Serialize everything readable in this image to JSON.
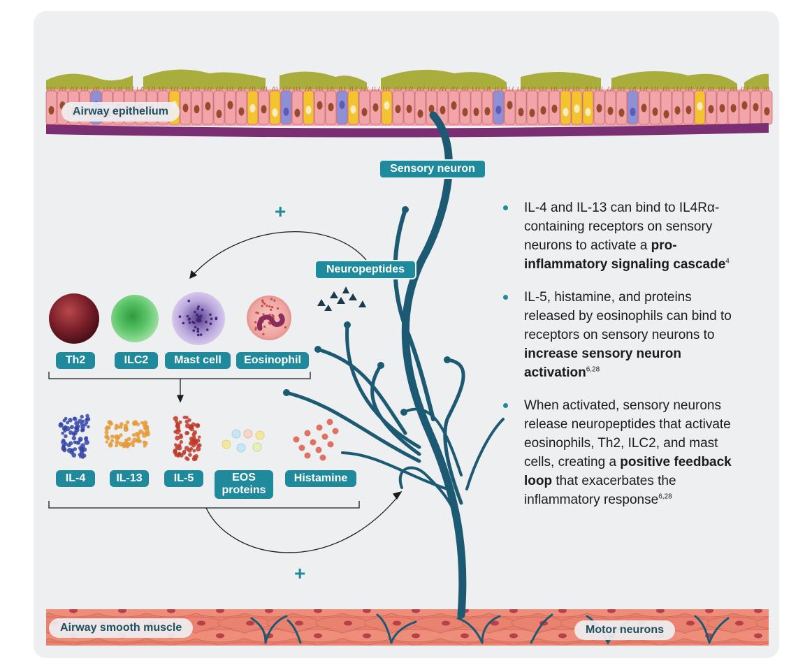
{
  "labels": {
    "epithelium": "Airway epithelium",
    "sensory_neuron": "Sensory neuron",
    "neuropeptides": "Neuropeptides",
    "smooth_muscle": "Airway smooth muscle",
    "motor_neurons": "Motor neurons",
    "plus": "+"
  },
  "cells": [
    "Th2",
    "ILC2",
    "Mast cell",
    "Eosinophil"
  ],
  "mediators": [
    "IL-4",
    "IL-13",
    "IL-5",
    "EOS",
    "proteins",
    "Histamine"
  ],
  "bullets": [
    {
      "text": "IL-4 and IL-13 can bind to IL4Rα-containing receptors on sensory neurons to activate a ",
      "bold": "pro-inflammatory signaling cascade",
      "after": "",
      "ref": "4"
    },
    {
      "text": "IL-5, histamine, and proteins released by eosinophils can bind to receptors on sensory neurons to ",
      "bold": "increase sensory neuron activation",
      "after": "",
      "ref": "6,28"
    },
    {
      "text": "When activated, sensory neurons release neuropeptides that activate eosinophils, Th2, ILC2, and mast cells, creating a ",
      "bold": "positive feedback loop",
      "after": " that exacerbates the inflammatory response",
      "ref": "6,28"
    }
  ],
  "colors": {
    "teal": "#1e8a9b",
    "neuron": "#1b5a72",
    "epithelium_cell": "#f2a5a8",
    "membrane": "#7a2f73",
    "mucus": "#a9ad3c",
    "goblet": "#f4c430",
    "basal": "#8f8fd6",
    "muscle": "#e97f6e"
  }
}
